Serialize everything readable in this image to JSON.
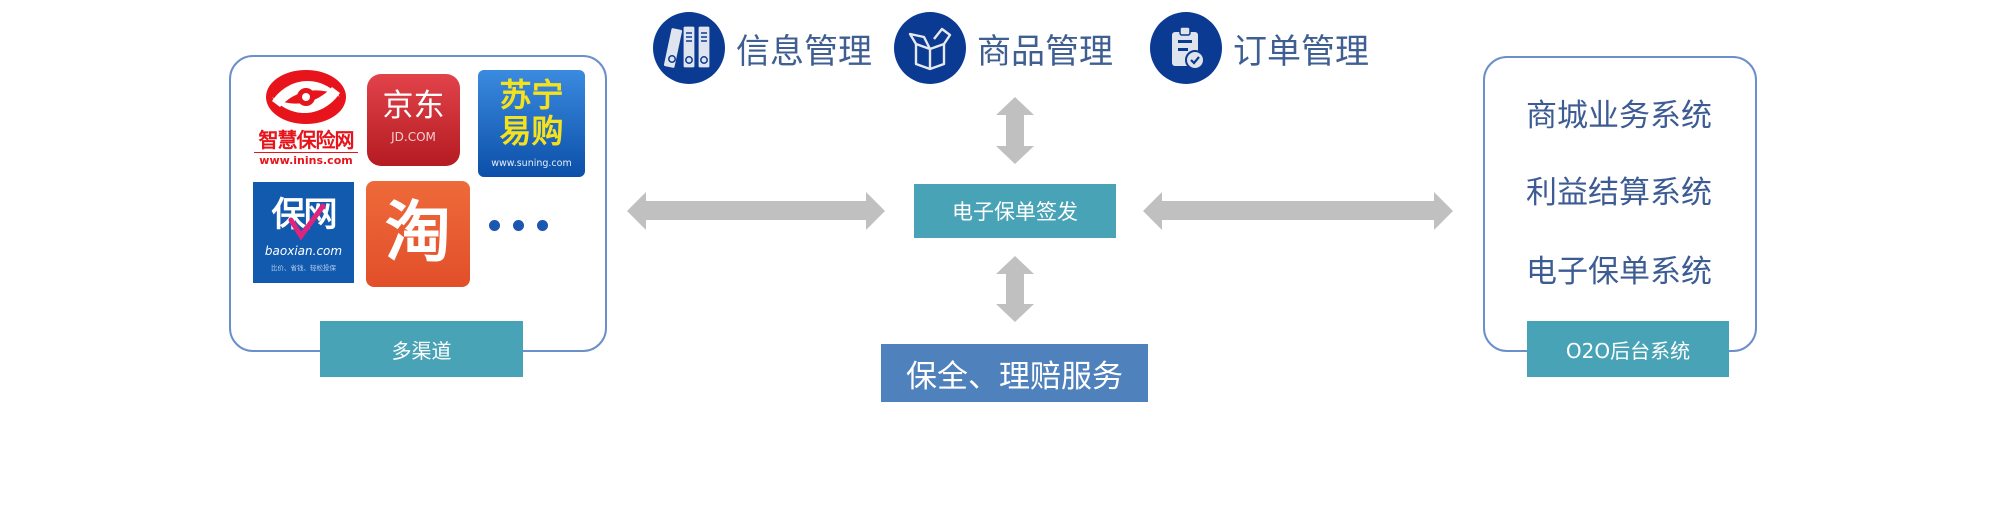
{
  "header": {
    "modules": [
      {
        "label": "信息管理",
        "icon": "binders-icon"
      },
      {
        "label": "商品管理",
        "icon": "open-box-icon"
      },
      {
        "label": "订单管理",
        "icon": "clipboard-check-icon"
      }
    ]
  },
  "channels": {
    "label": "多渠道",
    "logos": [
      {
        "name": "智慧保险网",
        "sub": "www.inins.com"
      },
      {
        "name": "京东",
        "sub": "JD.COM"
      },
      {
        "name": "苏宁易购",
        "line1": "苏宁",
        "line2": "易购",
        "sub": "www.suning.com"
      },
      {
        "name": "保网",
        "sub": "baoxian.com",
        "tagline": "比价、省钱、轻松投保"
      },
      {
        "name": "淘"
      }
    ],
    "more": "more-dots-icon"
  },
  "center": {
    "issue_label": "电子保单签发",
    "service_label": "保全、理赔服务"
  },
  "backend": {
    "label": "O2O后台系统",
    "systems": [
      "商城业务系统",
      "利益结算系统",
      "电子保单系统"
    ]
  },
  "colors": {
    "icon_blue": "#0a3a92",
    "teal": "#49a3b6",
    "service_blue": "#4f81bd",
    "arrow_gray": "#c0c0c0",
    "box_border": "#6a8fcb",
    "text_blue": "#3f5f92"
  }
}
